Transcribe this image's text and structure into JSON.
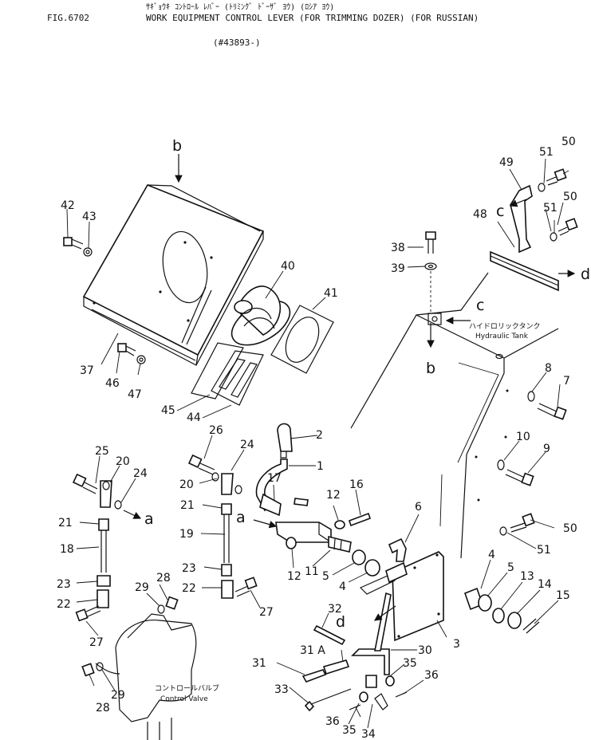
{
  "header": {
    "title_katakana": "ｻｷﾞｮｳｷ ｺﾝﾄﾛｰﾙ ﾚﾊﾞｰ (ﾄﾘﾐﾝｸﾞ ﾄﾞｰｻﾞ ﾖｳ) (ﾛｼｱ ﾖｳ)",
    "figure_number": "FIG.6702",
    "title_english": "WORK EQUIPMENT CONTROL LEVER (FOR TRIMMING DOZER) (FOR RUSSIAN)",
    "serial_range": "(#43893-)"
  },
  "view_letters": {
    "b1": "b",
    "b2": "b",
    "c1": "c",
    "c2": "c",
    "d1": "d",
    "d2": "d",
    "a1": "a",
    "a2": "a"
  },
  "captions": {
    "hydraulic_tank_jp": "ハイドロリックタンク",
    "hydraulic_tank_en": "Hydraulic Tank",
    "control_valve_jp": "コントロールバルブ",
    "control_valve_en": "Control Valve"
  },
  "part_labels": {
    "p1": "1",
    "p2": "2",
    "p3": "3",
    "p4a": "4",
    "p4b": "4",
    "p5a": "5",
    "p5b": "5",
    "p6": "6",
    "p7": "7",
    "p8": "8",
    "p9": "9",
    "p10": "10",
    "p11": "11",
    "p12a": "12",
    "p12b": "12",
    "p13": "13",
    "p14": "14",
    "p15": "15",
    "p16": "16",
    "p17": "17",
    "p18": "18",
    "p19": "19",
    "p20a": "20",
    "p20b": "20",
    "p21a": "21",
    "p21b": "21",
    "p22a": "22",
    "p22b": "22",
    "p23a": "23",
    "p23b": "23",
    "p24a": "24",
    "p24b": "24",
    "p25": "25",
    "p26": "26",
    "p27a": "27",
    "p27b": "27",
    "p28a": "28",
    "p28b": "28",
    "p29a": "29",
    "p29b": "29",
    "p30": "30",
    "p31": "31",
    "p31a": "31 A",
    "p32": "32",
    "p33": "33",
    "p34": "34",
    "p35a": "35",
    "p35b": "35",
    "p36a": "36",
    "p36b": "36",
    "p37": "37",
    "p38": "38",
    "p39": "39",
    "p40": "40",
    "p41": "41",
    "p42": "42",
    "p43": "43",
    "p44": "44",
    "p45": "45",
    "p46": "46",
    "p47": "47",
    "p48": "48",
    "p49": "49",
    "p50a": "50",
    "p50b": "50",
    "p50c": "50",
    "p51a": "51",
    "p51b": "51",
    "p51c": "51"
  }
}
